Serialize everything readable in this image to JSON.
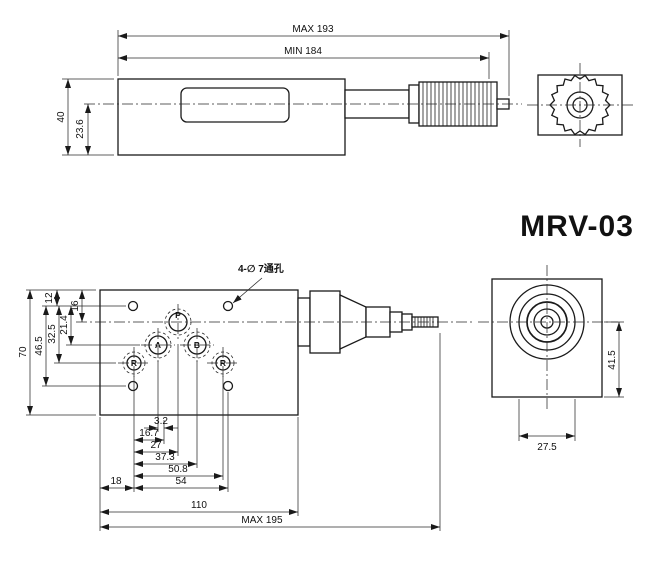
{
  "title": {
    "text": "MRV-03",
    "color": "#1c2d8f"
  },
  "side_view": {
    "dims": {
      "max_length": "MAX 193",
      "min_length": "MIN 184",
      "height": "40",
      "center_to_bottom": "23.6"
    }
  },
  "top_view": {
    "note": "4-∅ 7通孔",
    "ports": {
      "p": "P",
      "a": "A",
      "b": "B",
      "r_left": "R",
      "r_right": "R"
    },
    "dims_left": {
      "d12": "12",
      "d16": "16",
      "d21_4": "21.4",
      "d32_5": "32.5",
      "d46_5": "46.5",
      "d70": "70"
    },
    "dims_bottom": {
      "d3_2": "3.2",
      "d16_7": "16.7",
      "d27": "27",
      "d37_3": "37.3",
      "d50_8": "50.8",
      "d54": "54",
      "d18": "18",
      "d110": "110",
      "dmax": "MAX 195"
    }
  },
  "end_view": {
    "dims": {
      "d41_5": "41.5",
      "d27_5": "27.5"
    }
  }
}
